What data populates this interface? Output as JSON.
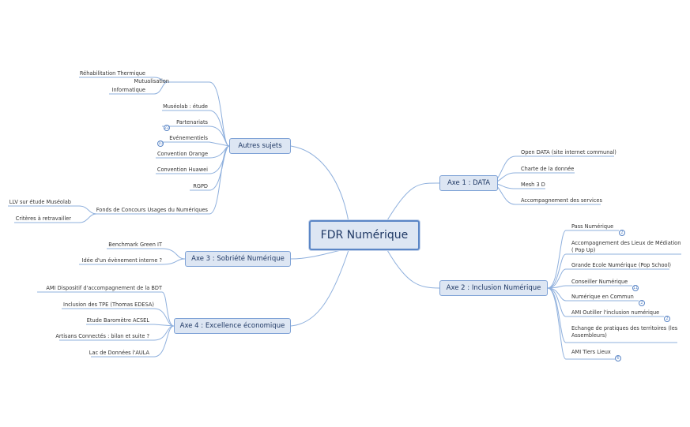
{
  "center": {
    "title": "FDR Numérique"
  },
  "branches": {
    "autres": {
      "label": "Autres sujets",
      "mutualisation": "Mutualisation",
      "rehab": "Réhabilitation Thermique",
      "informatique": "Informatique",
      "museolab": "Muséolab : étude",
      "partenariats": "Partenariats",
      "partenariats_count": "22",
      "evenementiels": "Evénementiels",
      "evenementiels_count": "10",
      "convention_orange": "Convention Orange",
      "convention_huawei": "Convention Huawei",
      "rgpd": "RGPD",
      "fonds": "Fonds de Concours Usages du Numériques",
      "llv": "LLV sur étude Muséolab",
      "criteres": "Critères à retravailler"
    },
    "axe3": {
      "label": "Axe 3 : Sobriété Numérique",
      "benchmark": "Benchmark Green IT",
      "idee": "Idée d'un évènement interne ?"
    },
    "axe4": {
      "label": "Axe 4 : Excellence économique",
      "ami_bdt": "AMI Dispositif d'accompagnement de la BDT",
      "tpe": "Inclusion des TPE (Thomas EDESA)",
      "acsel": "Etude Baromètre ACSEL",
      "artisans": "Artisans Connectés : bilan et suite ?",
      "aula": "Lac de Données l'AULA"
    },
    "axe1": {
      "label": "Axe 1 : DATA",
      "opendata": "Open DATA (site internet communal)",
      "charte": "Charte de la donnée",
      "mesh": "Mesh 3 D",
      "accomp": "Accompagnement des services"
    },
    "axe2": {
      "label": "Axe 2 : Inclusion Numérique",
      "pass": "Pass Numérique",
      "pass_count": "2",
      "lieux": "Accompagnement des Lieux de Médiation ( Pop Up)",
      "grande_ecole": "Grande Ecole Numérique (Pop School)",
      "conseiller": "Conseiller Numérique",
      "conseiller_count": "11",
      "commun": "Numérique en Commun",
      "commun_count": "2",
      "ami_outiller": "AMI Outiller l'inclusion numérique",
      "ami_outiller_count": "2",
      "echange": "Echange de pratiques des territoires (les Assembleurs)",
      "tiers": "AMI Tiers Lieux",
      "tiers_count": "6"
    }
  },
  "colors": {
    "link": "#8fb0dd",
    "node_border": "#7ea2d6",
    "node_fill": "#dde6f3",
    "text": "#1f3864"
  }
}
